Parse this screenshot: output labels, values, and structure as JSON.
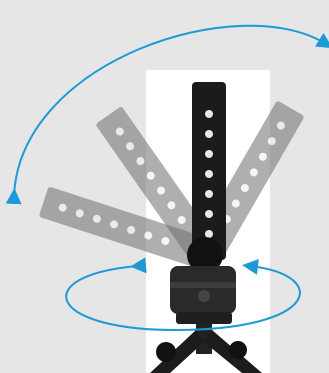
{
  "image": {
    "subject": "led-light-bar-on-rotating-stand",
    "colors": {
      "background": "#e6e6e6",
      "panel": "#ffffff",
      "bar": "#1b1b1b",
      "ghost_bar": "#7a7a7a",
      "led": "#e8e8e8",
      "arrow": "#1d9ad6",
      "mount": "#2a2a2a"
    },
    "arrows": [
      "tilt-range-arc-arrow",
      "rotation-ellipse-arrow"
    ]
  }
}
